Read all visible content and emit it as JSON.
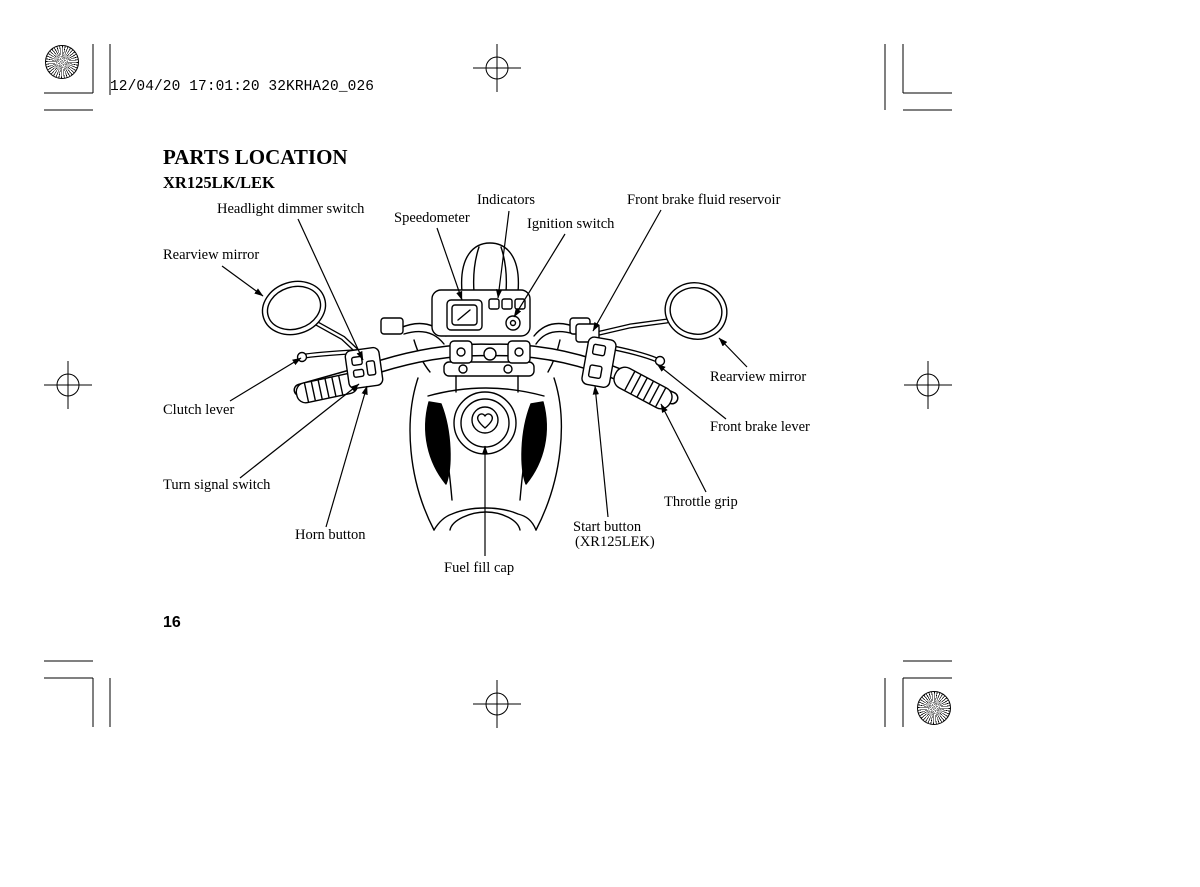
{
  "header": {
    "stamp": "12/04/20 17:01:20 32KRHA20_026"
  },
  "title": "PARTS LOCATION",
  "subtitle": "XR125LK/LEK",
  "labels": {
    "headlight_dimmer_switch": "Headlight dimmer switch",
    "indicators": "Indicators",
    "front_brake_fluid_reservoir": "Front brake fluid reservoir",
    "speedometer": "Speedometer",
    "ignition_switch": "Ignition switch",
    "rearview_mirror_left": "Rearview mirror",
    "rearview_mirror_right": "Rearview mirror",
    "clutch_lever": "Clutch lever",
    "front_brake_lever": "Front brake lever",
    "turn_signal_switch": "Turn signal switch",
    "throttle_grip": "Throttle grip",
    "start_button": "Start button",
    "start_button_note": "(XR125LEK)",
    "horn_button": "Horn button",
    "fuel_fill_cap": "Fuel fill cap"
  },
  "page_number": "16"
}
